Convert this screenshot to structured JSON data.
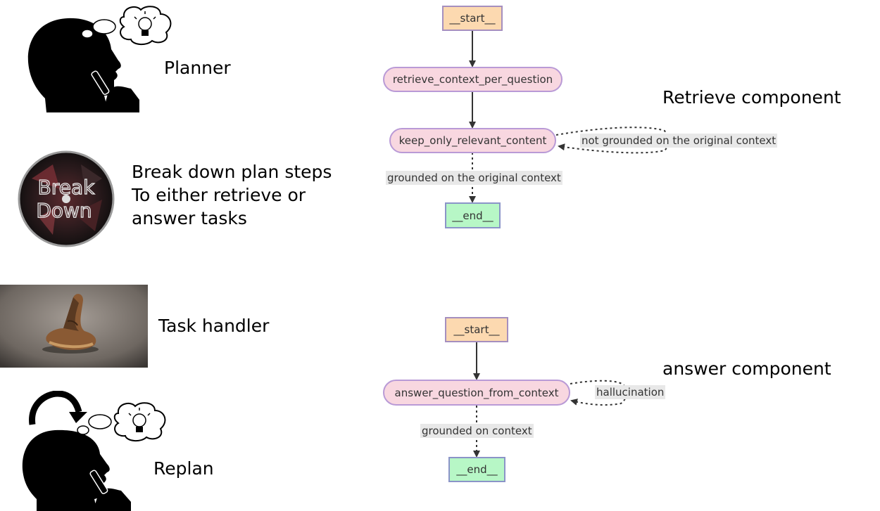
{
  "left_panel": {
    "planner_label": "Planner",
    "breakdown_lines": [
      "Break down plan steps",
      "To either retrieve or",
      "answer tasks"
    ],
    "breakdown_disc_text": [
      "Break",
      "Down"
    ],
    "task_handler_label": "Task handler",
    "replan_label": "Replan",
    "icons": [
      "thinking-head-icon",
      "lightbulb-icon",
      "breakdown-disc-icon",
      "sorting-hat-icon",
      "replan-arrow-icon"
    ]
  },
  "retrieve_graph": {
    "title": "Retrieve component",
    "start": "__start__",
    "node1": "retrieve_context_per_question",
    "node2": "keep_only_relevant_content",
    "loop_label": "not grounded on the original context",
    "exit_label": "grounded on the original context",
    "end": "__end__"
  },
  "answer_graph": {
    "title": "answer component",
    "start": "__start__",
    "node1": "answer_question_from_context",
    "loop_label": "hallucination",
    "exit_label": "grounded on context",
    "end": "__end__"
  },
  "colors": {
    "start_fill": "#fcd9b0",
    "end_fill": "#b7f7c6",
    "node_fill": "#f8d7e0",
    "node_border": "#b99ad6",
    "edge_label_bg": "#e8e8e8"
  }
}
